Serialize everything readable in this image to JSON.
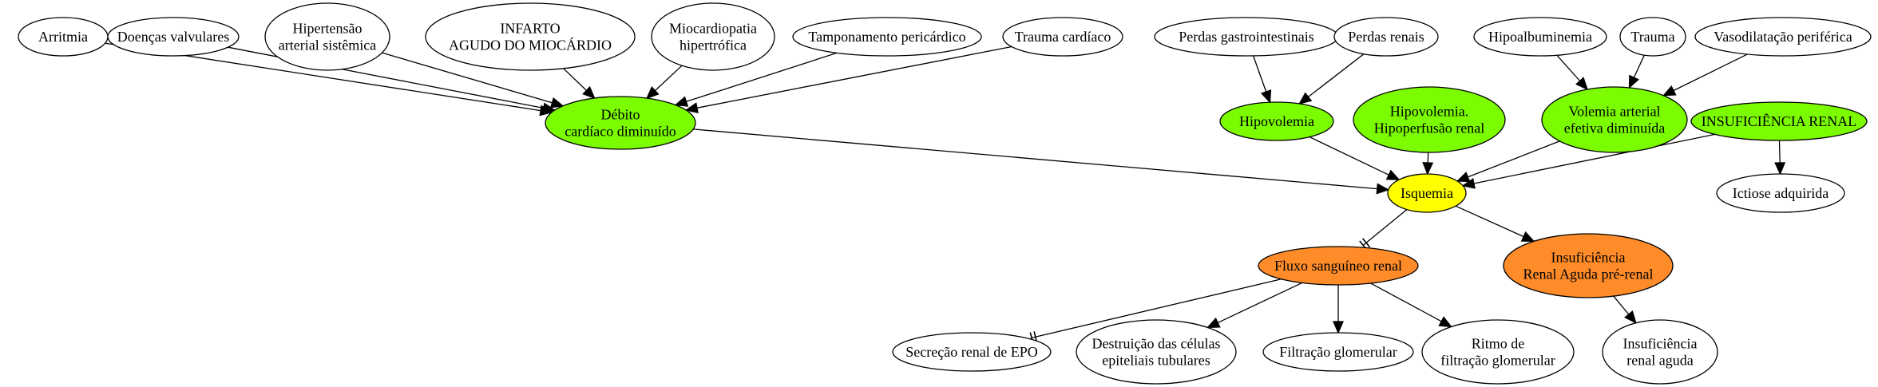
{
  "colors": {
    "green": "#7cfc00",
    "yellow": "#ffff00",
    "orange": "#ff8c29",
    "white": "#ffffff"
  },
  "nodes": {
    "arritmia": {
      "lines": [
        "Arritmia"
      ],
      "color": "white"
    },
    "doencas_valvulares": {
      "lines": [
        "Doenças valvulares"
      ],
      "color": "white"
    },
    "hipertensao": {
      "lines": [
        "Hipertensão",
        "arterial sistêmica"
      ],
      "color": "white"
    },
    "infarto": {
      "lines": [
        "INFARTO",
        "AGUDO DO MIOCÁRDIO"
      ],
      "color": "white"
    },
    "miocardiopatia": {
      "lines": [
        "Miocardiopatia",
        "hipertrófica"
      ],
      "color": "white"
    },
    "tamponamento": {
      "lines": [
        "Tamponamento pericárdico"
      ],
      "color": "white"
    },
    "trauma_cardiaco": {
      "lines": [
        "Trauma cardíaco"
      ],
      "color": "white"
    },
    "perdas_gi": {
      "lines": [
        "Perdas gastrointestinais"
      ],
      "color": "white"
    },
    "perdas_renais": {
      "lines": [
        "Perdas renais"
      ],
      "color": "white"
    },
    "hipoalbuminemia": {
      "lines": [
        "Hipoalbuminemia"
      ],
      "color": "white"
    },
    "trauma": {
      "lines": [
        "Trauma"
      ],
      "color": "white"
    },
    "vasodilatacao": {
      "lines": [
        "Vasodilatação periférica"
      ],
      "color": "white"
    },
    "debito": {
      "lines": [
        "Débito",
        "cardíaco diminuído"
      ],
      "color": "green"
    },
    "hipovolemia": {
      "lines": [
        "Hipovolemia"
      ],
      "color": "green"
    },
    "hipovolemia_hipoperfusao": {
      "lines": [
        "Hipovolemia.",
        "Hipoperfusão renal"
      ],
      "color": "green"
    },
    "volemia": {
      "lines": [
        "Volemia arterial",
        "efetiva diminuída"
      ],
      "color": "green"
    },
    "insuf_renal": {
      "lines": [
        "INSUFICIÊNCIA RENAL"
      ],
      "color": "green"
    },
    "isquemia": {
      "lines": [
        "Isquemia"
      ],
      "color": "yellow"
    },
    "ictiose": {
      "lines": [
        "Ictiose adquirida"
      ],
      "color": "white"
    },
    "fluxo": {
      "lines": [
        "Fluxo sanguíneo renal"
      ],
      "color": "orange"
    },
    "ira_prerenal": {
      "lines": [
        "Insuficiência",
        "Renal Aguda pré-renal"
      ],
      "color": "orange"
    },
    "secrecao_epo": {
      "lines": [
        "Secreção renal de EPO"
      ],
      "color": "white"
    },
    "destruicao": {
      "lines": [
        "Destruição das células",
        "epiteliais tubulares"
      ],
      "color": "white"
    },
    "filtracao": {
      "lines": [
        "Filtração glomerular"
      ],
      "color": "white"
    },
    "ritmo": {
      "lines": [
        "Ritmo de",
        "filtração glomerular"
      ],
      "color": "white"
    },
    "ira": {
      "lines": [
        "Insuficiência",
        "renal aguda"
      ],
      "color": "white"
    }
  },
  "edges": [
    {
      "from": "arritmia",
      "to": "debito",
      "head": "normal"
    },
    {
      "from": "doencas_valvulares",
      "to": "debito",
      "head": "normal"
    },
    {
      "from": "hipertensao",
      "to": "debito",
      "head": "normal"
    },
    {
      "from": "infarto",
      "to": "debito",
      "head": "normal"
    },
    {
      "from": "miocardiopatia",
      "to": "debito",
      "head": "normal"
    },
    {
      "from": "tamponamento",
      "to": "debito",
      "head": "normal"
    },
    {
      "from": "trauma_cardiaco",
      "to": "debito",
      "head": "normal"
    },
    {
      "from": "perdas_gi",
      "to": "hipovolemia",
      "head": "normal"
    },
    {
      "from": "perdas_renais",
      "to": "hipovolemia",
      "head": "normal"
    },
    {
      "from": "hipoalbuminemia",
      "to": "volemia",
      "head": "normal"
    },
    {
      "from": "trauma",
      "to": "volemia",
      "head": "normal"
    },
    {
      "from": "vasodilatacao",
      "to": "volemia",
      "head": "normal"
    },
    {
      "from": "debito",
      "to": "isquemia",
      "head": "normal"
    },
    {
      "from": "hipovolemia",
      "to": "isquemia",
      "head": "normal"
    },
    {
      "from": "hipovolemia_hipoperfusao",
      "to": "isquemia",
      "head": "normal"
    },
    {
      "from": "volemia",
      "to": "isquemia",
      "head": "normal"
    },
    {
      "from": "insuf_renal",
      "to": "isquemia",
      "head": "normal"
    },
    {
      "from": "insuf_renal",
      "to": "ictiose",
      "head": "normal"
    },
    {
      "from": "isquemia",
      "to": "fluxo",
      "head": "tee"
    },
    {
      "from": "isquemia",
      "to": "ira_prerenal",
      "head": "normal"
    },
    {
      "from": "fluxo",
      "to": "secrecao_epo",
      "head": "tee"
    },
    {
      "from": "fluxo",
      "to": "destruicao",
      "head": "normal"
    },
    {
      "from": "fluxo",
      "to": "filtracao",
      "head": "normal"
    },
    {
      "from": "fluxo",
      "to": "ritmo",
      "head": "normal"
    },
    {
      "from": "ira_prerenal",
      "to": "ira",
      "head": "normal"
    }
  ]
}
